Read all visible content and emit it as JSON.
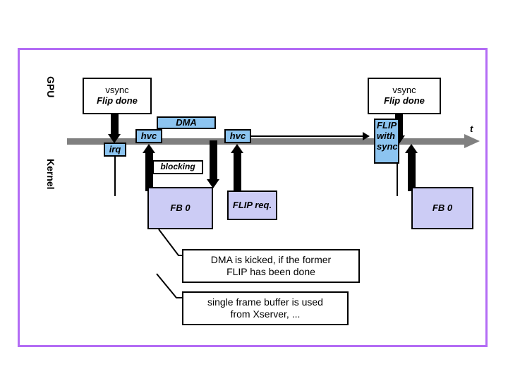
{
  "slide": {
    "title": "GPU / Kernel vsync FLIP timing diagram",
    "frame_color": "#b36cf5",
    "timeline_color": "#808080",
    "blue_fill": "#8cc4f0",
    "lavender_fill": "#ccccf5"
  },
  "axes": {
    "gpu_label": "GPU",
    "kernel_label": "Kernel",
    "time_label": "t"
  },
  "gpu_events": [
    {
      "id": "vsync-left",
      "line1": "vsync",
      "line2": "Flip done"
    },
    {
      "id": "vsync-right",
      "line1": "vsync",
      "line2": "Flip done"
    }
  ],
  "timeline_boxes": [
    {
      "id": "dma",
      "label": "DMA"
    },
    {
      "id": "hvc-1",
      "label": "hvc"
    },
    {
      "id": "hvc-2",
      "label": "hvc"
    },
    {
      "id": "irq",
      "label": "irq"
    },
    {
      "id": "flip-sync",
      "l1": "FLIP",
      "l2": "with",
      "l3": "sync"
    }
  ],
  "kernel_boxes": [
    {
      "id": "blocking",
      "label": "blocking"
    },
    {
      "id": "fb0-left",
      "label": "FB 0"
    },
    {
      "id": "flip-req",
      "label": "FLIP req."
    },
    {
      "id": "fb0-right",
      "label": "FB 0"
    }
  ],
  "notes": [
    {
      "id": "note-dma",
      "line1": "DMA is kicked, if the former",
      "line2": "FLIP has been done"
    },
    {
      "id": "note-fb",
      "line1": "single frame buffer is used",
      "line2": "from Xserver, ..."
    }
  ]
}
